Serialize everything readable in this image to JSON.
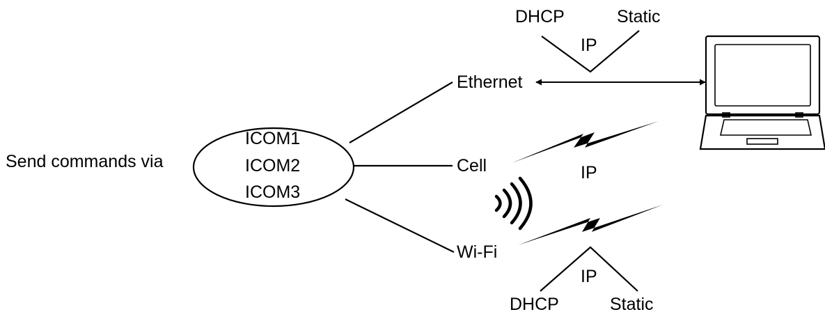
{
  "source_label": "Send commands via",
  "ports": [
    "ICOM1",
    "ICOM2",
    "ICOM3"
  ],
  "interfaces": {
    "ethernet": "Ethernet",
    "cell": "Cell",
    "wifi": "Wi-Fi"
  },
  "ethernet_ip": {
    "dhcp": "DHCP",
    "static": "Static",
    "ip": "IP"
  },
  "cell_ip": "IP",
  "wifi_ip": {
    "dhcp": "DHCP",
    "static": "Static",
    "ip": "IP"
  },
  "icons": {
    "laptop": "laptop-icon",
    "wireless": "wireless-signal-icon",
    "cell_link": "lightning-bolt-icon",
    "wifi_link": "lightning-bolt-icon",
    "ethernet_link": "double-arrow-icon"
  }
}
